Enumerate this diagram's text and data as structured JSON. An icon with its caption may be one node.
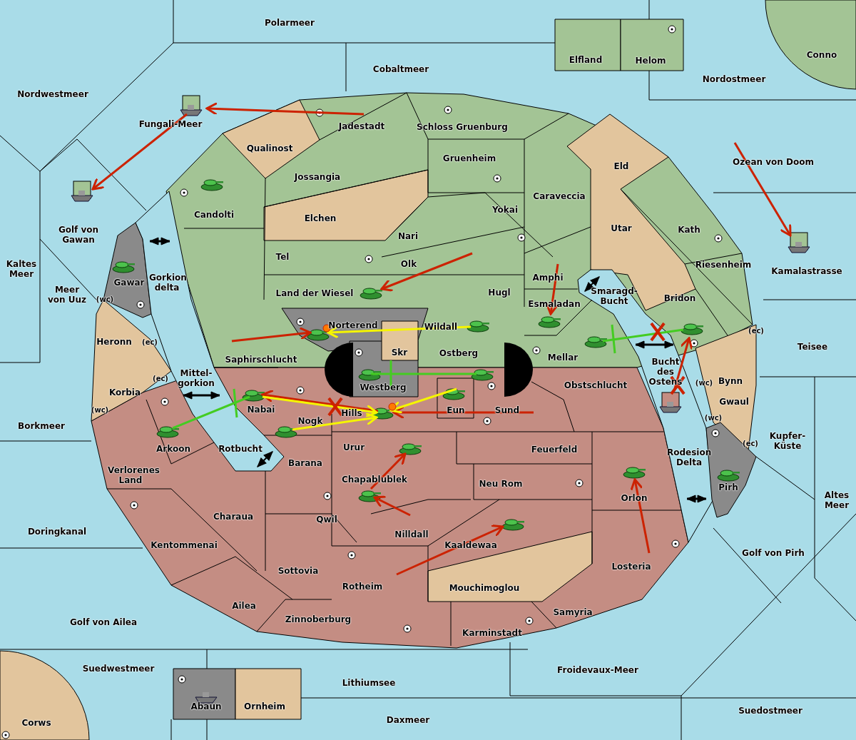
{
  "diagram": {
    "labels": [
      "Polarmeer",
      "Elfland",
      "Helom",
      "Conno",
      "Cobaltmeer",
      "Nordostmeer",
      "Nordwestmeer",
      "Fungali-Meer",
      "Jadestadt",
      "Schloss Gruenburg",
      "Qualinost",
      "Gruenheim",
      "Ozean von Doom",
      "Eld",
      "Jossangia",
      "Caraveccia",
      "Yokai",
      "Candolti",
      "Elchen",
      "Utar",
      "Kath",
      "Golf von Gawan",
      "Nari",
      "Tel",
      "Olk",
      "Riesenheim",
      "Kaltes Meer",
      "Kamalastrasse",
      "Amphi",
      "Gawar",
      "Gorkion delta",
      "Meer von Uuz",
      "(wc)",
      "Smaragd-Bucht",
      "Land der Wiesel",
      "Hugl",
      "Bridon",
      "Esmaladan",
      "Norterend",
      "Wildall",
      "(ec)",
      "Heronn",
      "(ec)",
      "Teisee",
      "Skr",
      "Ostberg",
      "Mellar",
      "Saphirschlucht",
      "Bucht des Ostens",
      "(wc)",
      "Bynn",
      "Mittel-gorkion",
      "(ec)",
      "Obstschlucht",
      "Westberg",
      "Korbia",
      "Gwaul",
      "(wc)",
      "Nabai",
      "Hills",
      "Eun",
      "Sund",
      "(wc)",
      "Nogk",
      "Borkmeer",
      "Arkoon",
      "Rotbucht",
      "Urur",
      "Feuerfeld",
      "Rodesion Delta",
      "(ec)",
      "Kupfer-Küste",
      "Barana",
      "Verlorenes Land",
      "Chapablublek",
      "Neu Rom",
      "Pirh",
      "Orlon",
      "Altes Meer",
      "Charaua",
      "Qwil",
      "Doringkanal",
      "Kentommenai",
      "Nilldall",
      "Kaaldewaa",
      "Golf von Pirh",
      "Losteria",
      "Sottovia",
      "Rotheim",
      "Mouchimoglou",
      "Ailea",
      "Samyria",
      "Golf von Ailea",
      "Zinnoberburg",
      "Karminstadt",
      "Suedwestmeer",
      "Froidevaux-Meer",
      "Lithiumsee",
      "Abaun",
      "Ornheim",
      "Suedostmeer",
      "Daxmeer",
      "Corws"
    ]
  }
}
